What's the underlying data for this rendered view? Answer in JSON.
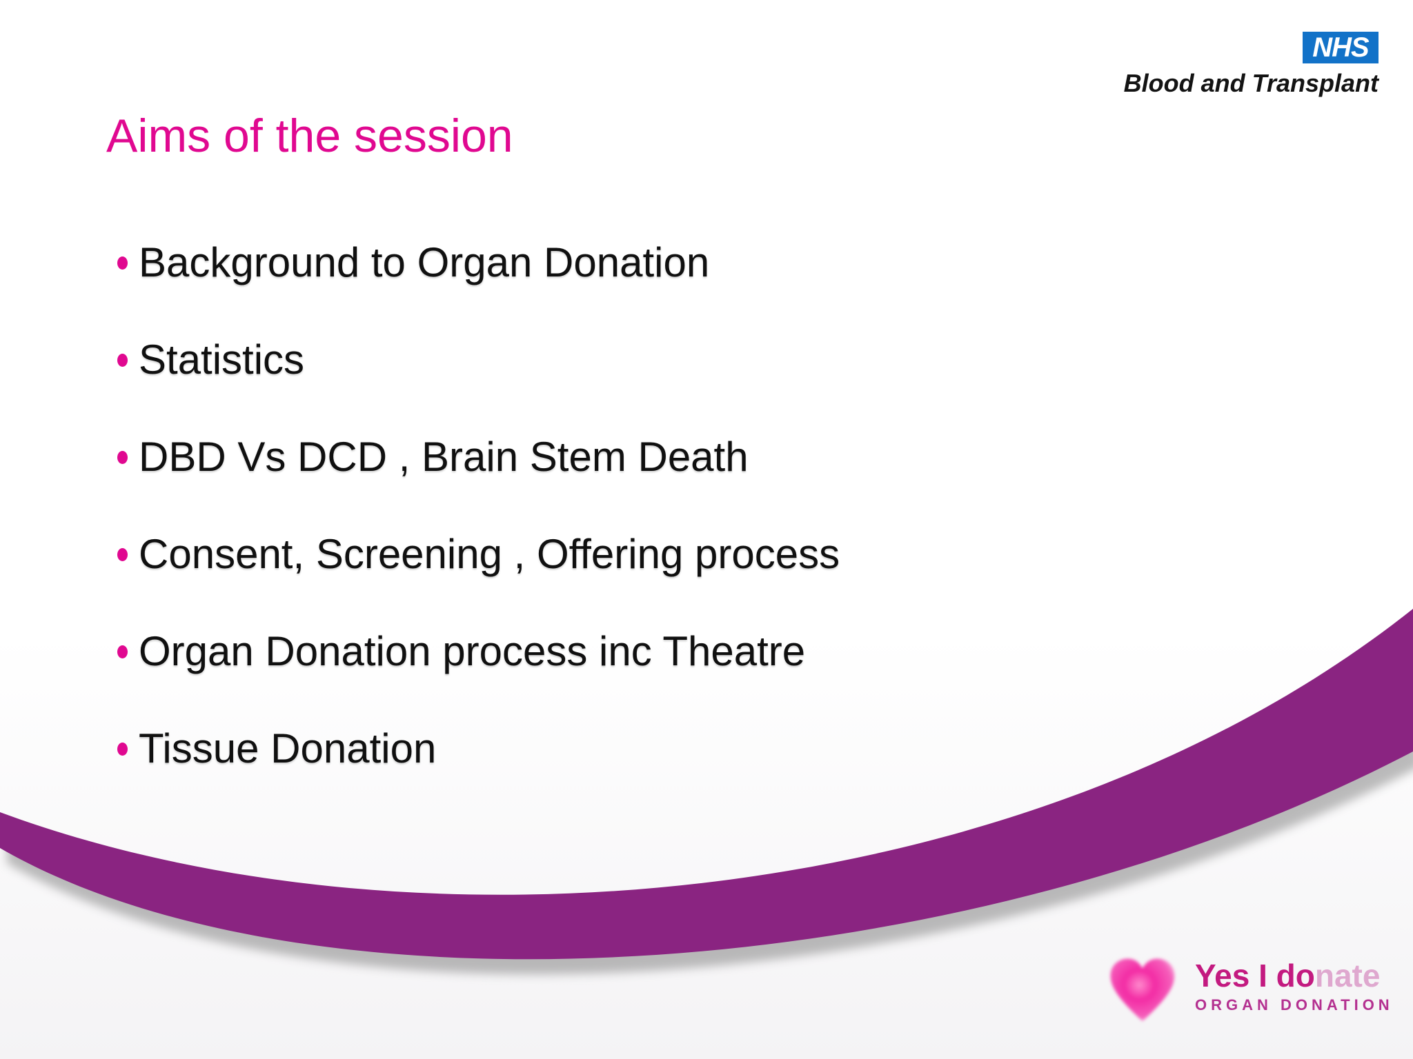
{
  "slide": {
    "title": "Aims of the session",
    "bullets": [
      "Background to Organ Donation",
      "Statistics",
      "DBD Vs DCD , Brain Stem Death",
      "Consent, Screening , Offering process",
      "Organ Donation process inc Theatre",
      "Tissue Donation"
    ]
  },
  "header": {
    "nhs_acronym": "NHS",
    "nhs_subtitle": "Blood and Transplant"
  },
  "footer": {
    "campaign_headline_bold": "Yes I do",
    "campaign_headline_light": "nate",
    "campaign_subline": "ORGAN DONATION"
  },
  "icons": {
    "heart": "heart-icon",
    "bullet": "bullet-dot-icon"
  },
  "colors": {
    "title_pink": "#E00890",
    "bullet_dot_pink": "#E00890",
    "body_text": "#101010",
    "swoosh_purple": "#8A2481",
    "swoosh_shadow_gray": "#7A7A7A",
    "nhs_blue": "#1272C8",
    "campaign_dark_pink": "#C31A80",
    "campaign_light_pink": "#DFA8CF",
    "campaign_subline_pink": "#B43090"
  }
}
